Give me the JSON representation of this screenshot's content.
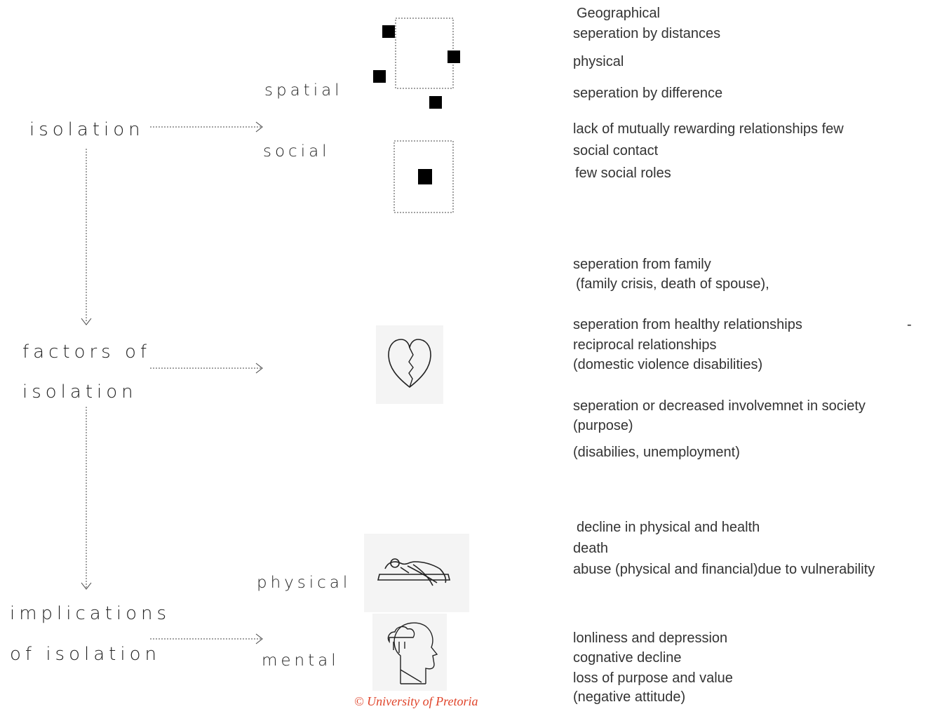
{
  "headings": {
    "isolation": "isolation",
    "factors": [
      "factors of",
      "isolation"
    ],
    "implications": [
      "implications",
      "of isolation"
    ]
  },
  "categories": {
    "spatial": "spatial",
    "social": "social",
    "physical": "physical",
    "mental": "mental"
  },
  "descriptions": {
    "spatial": [
      "Geographical",
      "seperation by  distances",
      "physical",
      "seperation by difference"
    ],
    "social": [
      "lack of mutually rewarding relationships  few",
      "social contact",
      "few social roles"
    ],
    "factors": [
      "seperation from family",
      "(family crisis, death of spouse),",
      "seperation from healthy relationships",
      "-",
      "reciprocal relationships",
      "(domestic violence disabilities)",
      "seperation or decreased involvemnet in society",
      "(purpose)",
      "(disabilies, unemployment)"
    ],
    "physical": [
      "decline in physical and  health",
      "death",
      "abuse  (physical and financial)due to vulnerability"
    ],
    "mental": [
      "lonliness and depression",
      "cognative decline",
      "loss of purpose and value",
      "(negative attitude)"
    ]
  },
  "credit": "© University of Pretoria",
  "icons": {
    "spatial": "scattered-squares-icon",
    "social": "single-square-icon",
    "factors": "broken-heart-icon",
    "physical": "lying-person-icon",
    "mental": "head-rain-icon"
  },
  "colors": {
    "credit": "#e0442a",
    "text": "#333333"
  }
}
